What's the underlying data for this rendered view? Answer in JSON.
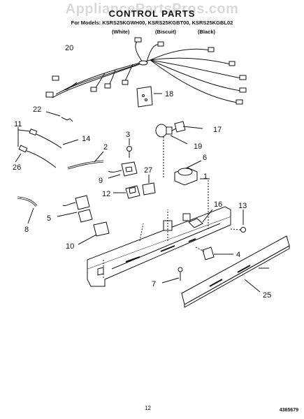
{
  "watermark": "AppliancePartsPros.com",
  "header": {
    "title": "CONTROL PARTS",
    "models": "For Models: KSRS25KGWH00, KSRS25KGBT00, KSRS25KGBL02",
    "colors": [
      "(White)",
      "(Biscuit)",
      "(Black)"
    ]
  },
  "callouts": [
    {
      "id": "wire-harness",
      "label": "20"
    },
    {
      "id": "bracket-18",
      "label": "18"
    },
    {
      "id": "clip-22",
      "label": "22"
    },
    {
      "id": "sensor-11",
      "label": "11"
    },
    {
      "id": "sensor-14",
      "label": "14"
    },
    {
      "id": "sensor-26",
      "label": "26"
    },
    {
      "id": "screw-3",
      "label": "3"
    },
    {
      "id": "tube-2",
      "label": "2"
    },
    {
      "id": "switch-9",
      "label": "9"
    },
    {
      "id": "label-27",
      "label": "27"
    },
    {
      "id": "bulb-17",
      "label": "17"
    },
    {
      "id": "socket-19",
      "label": "19"
    },
    {
      "id": "thermostat-6",
      "label": "6"
    },
    {
      "id": "housing-1",
      "label": "1"
    },
    {
      "id": "knob-16",
      "label": "16"
    },
    {
      "id": "screw-13",
      "label": "13"
    },
    {
      "id": "switch-12",
      "label": "12"
    },
    {
      "id": "switch-5",
      "label": "5"
    },
    {
      "id": "tube-8",
      "label": "8"
    },
    {
      "id": "label-10",
      "label": "10"
    },
    {
      "id": "bracket-4",
      "label": "4"
    },
    {
      "id": "screw-7",
      "label": "7"
    },
    {
      "id": "cover-25",
      "label": "25"
    }
  ],
  "footer": {
    "page_number": "12",
    "part_code": "4365679"
  }
}
